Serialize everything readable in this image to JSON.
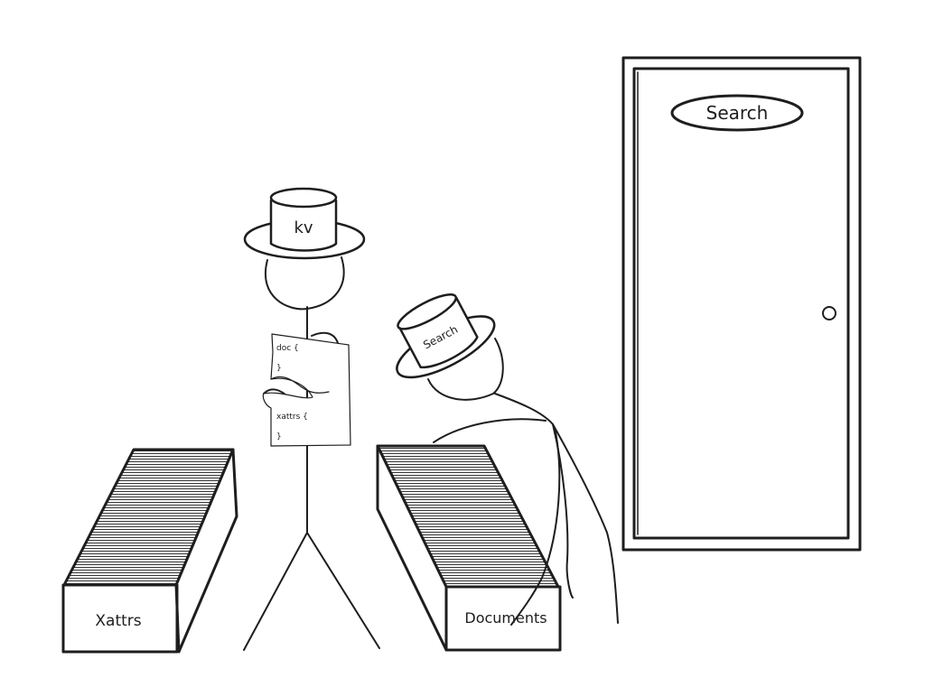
{
  "door": {
    "sign_label": "Search"
  },
  "figure_kv": {
    "hat_label": "kv",
    "paper_top_label": "doc {",
    "paper_top_close": "}",
    "paper_bottom_label": "xattrs {",
    "paper_bottom_close": "}"
  },
  "figure_search": {
    "hat_label": "Search"
  },
  "boxes": {
    "xattrs_label": "Xattrs",
    "documents_label": "Documents"
  },
  "colors": {
    "ink": "#1e1e1e",
    "paper": "#ffffff"
  }
}
